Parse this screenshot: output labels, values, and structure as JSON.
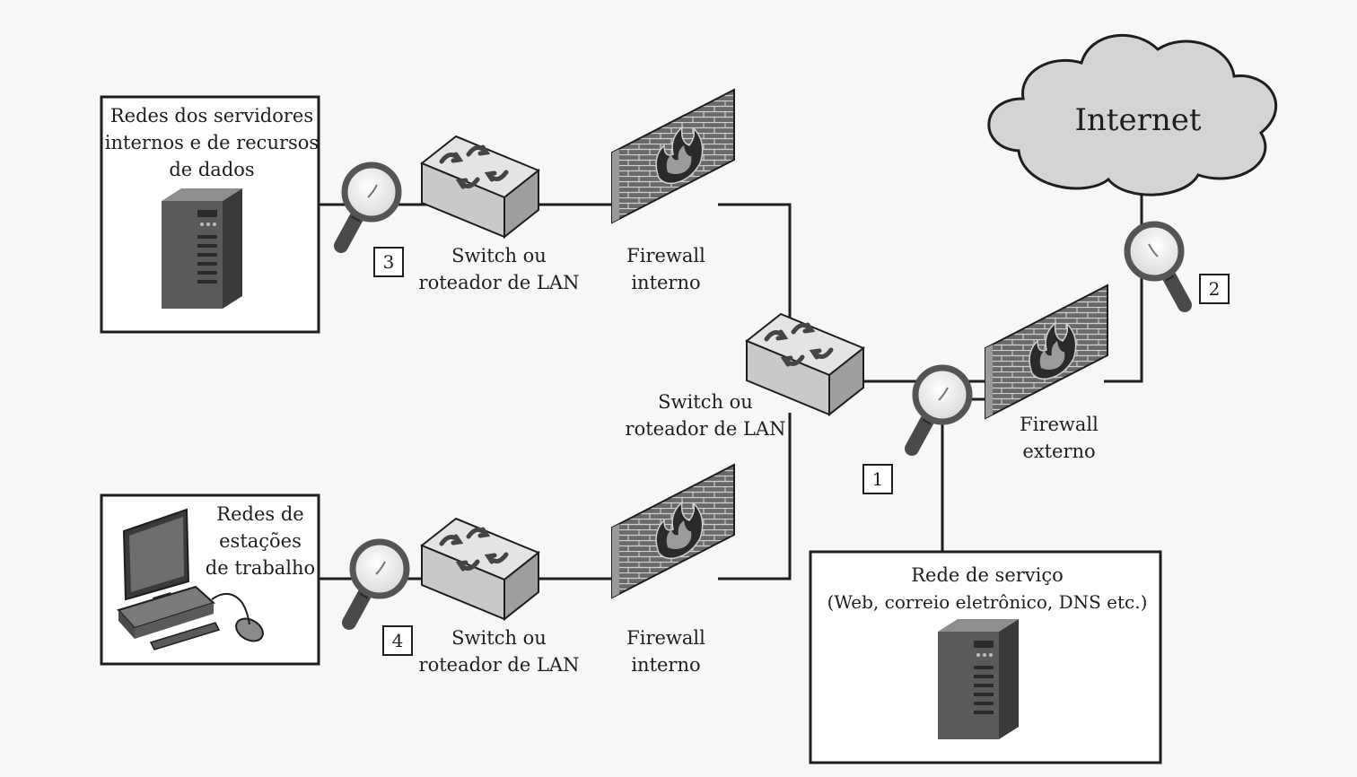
{
  "internet_label": "Internet",
  "servers_box": {
    "line1": "Redes dos servidores",
    "line2": "internos e de recursos",
    "line3": "de dados"
  },
  "workstations_box": {
    "line1": "Redes de",
    "line2": "estações",
    "line3": "de trabalho"
  },
  "service_box": {
    "line1": "Rede de serviço",
    "line2": "(Web, correio eletrônico, DNS etc.)"
  },
  "switch_top": {
    "line1": "Switch ou",
    "line2": "roteador de LAN"
  },
  "switch_center": {
    "line1": "Switch ou",
    "line2": "roteador de LAN"
  },
  "switch_bottom": {
    "line1": "Switch ou",
    "line2": "roteador de LAN"
  },
  "firewall_top": {
    "line1": "Firewall",
    "line2": "interno"
  },
  "firewall_bottom": {
    "line1": "Firewall",
    "line2": "interno"
  },
  "firewall_external": {
    "line1": "Firewall",
    "line2": "externo"
  },
  "monitor_points": [
    "1",
    "2",
    "3",
    "4"
  ],
  "colors": {
    "line": "#1e1e1e",
    "cloud": "#d4d4d4",
    "box_fill": "#ffffff",
    "server": "#4a4a4a",
    "switch": "#d6d6d6",
    "brick": "#6a6a6a"
  }
}
